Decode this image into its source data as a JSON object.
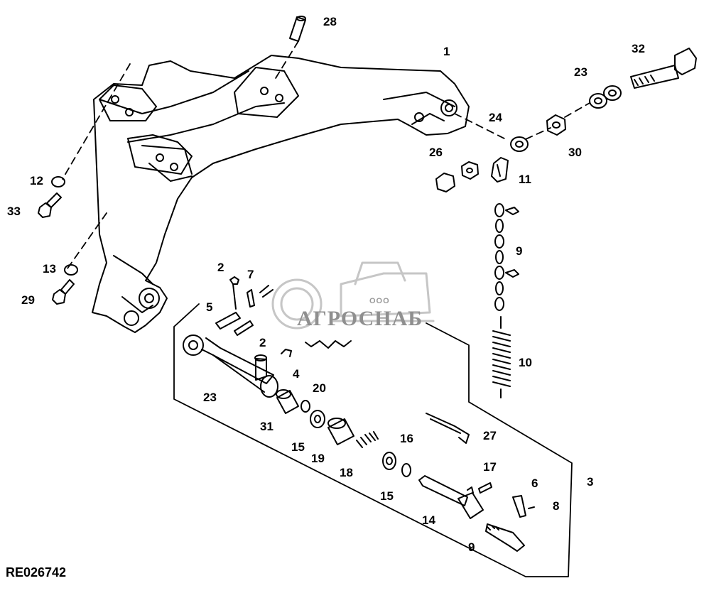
{
  "document_code": "RE026742",
  "watermark": {
    "prefix": "ООО",
    "name": "АГРОСНАБ",
    "color": "#9a9a9a"
  },
  "line_color": "#000000",
  "callouts": [
    "1",
    "2",
    "2",
    "3",
    "4",
    "5",
    "6",
    "7",
    "8",
    "9",
    "9",
    "10",
    "11",
    "12",
    "13",
    "14",
    "15",
    "15",
    "16",
    "17",
    "18",
    "19",
    "20",
    "23",
    "23",
    "24",
    "26",
    "27",
    "28",
    "29",
    "30",
    "31",
    "32",
    "33"
  ]
}
